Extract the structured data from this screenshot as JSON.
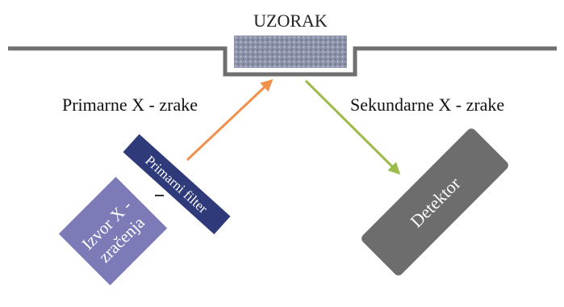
{
  "sample": {
    "label": "UZORAK",
    "fill_color": "#9aa0b5"
  },
  "beams": {
    "primary_label": "Primarne X - zrake",
    "secondary_label": "Sekundarne X - zrake",
    "primary_color": "#f0904a",
    "secondary_color": "#9bbb4a"
  },
  "components": {
    "filter": {
      "label": "Primarni filter",
      "color": "#2e3a7a"
    },
    "source": {
      "line1": "Izvor X -",
      "line2": "zračenja",
      "color": "#7c7bb8"
    },
    "detector": {
      "label": "Detektor",
      "color": "#6d6d6d"
    }
  },
  "chamber": {
    "color": "#6f6f6f"
  }
}
